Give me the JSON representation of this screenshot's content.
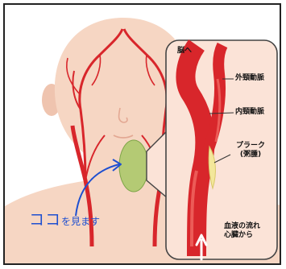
{
  "labels": {
    "to_brain": "脳へ",
    "external_carotid": "外頸動脈",
    "internal_carotid": "内頸動脈",
    "plaque_line1": "プラーク",
    "plaque_line2": "(粥腫)",
    "blood_flow_line1": "血液の流れ",
    "blood_flow_line2": "心臓から"
  },
  "callout": {
    "big": "ココ",
    "small": "を見ます"
  },
  "colors": {
    "skin": "#f6d6c3",
    "skin_shadow": "#e7b7a2",
    "artery": "#d8262b",
    "artery_dark": "#b3171c",
    "artery_light": "#ec5b57",
    "plaque_highlight": "#9ec65a",
    "plaque": "#f3e79a",
    "callout_text": "#1e4fd0",
    "frame_border": "#222222",
    "panel_bg": "#fbe3d7"
  }
}
